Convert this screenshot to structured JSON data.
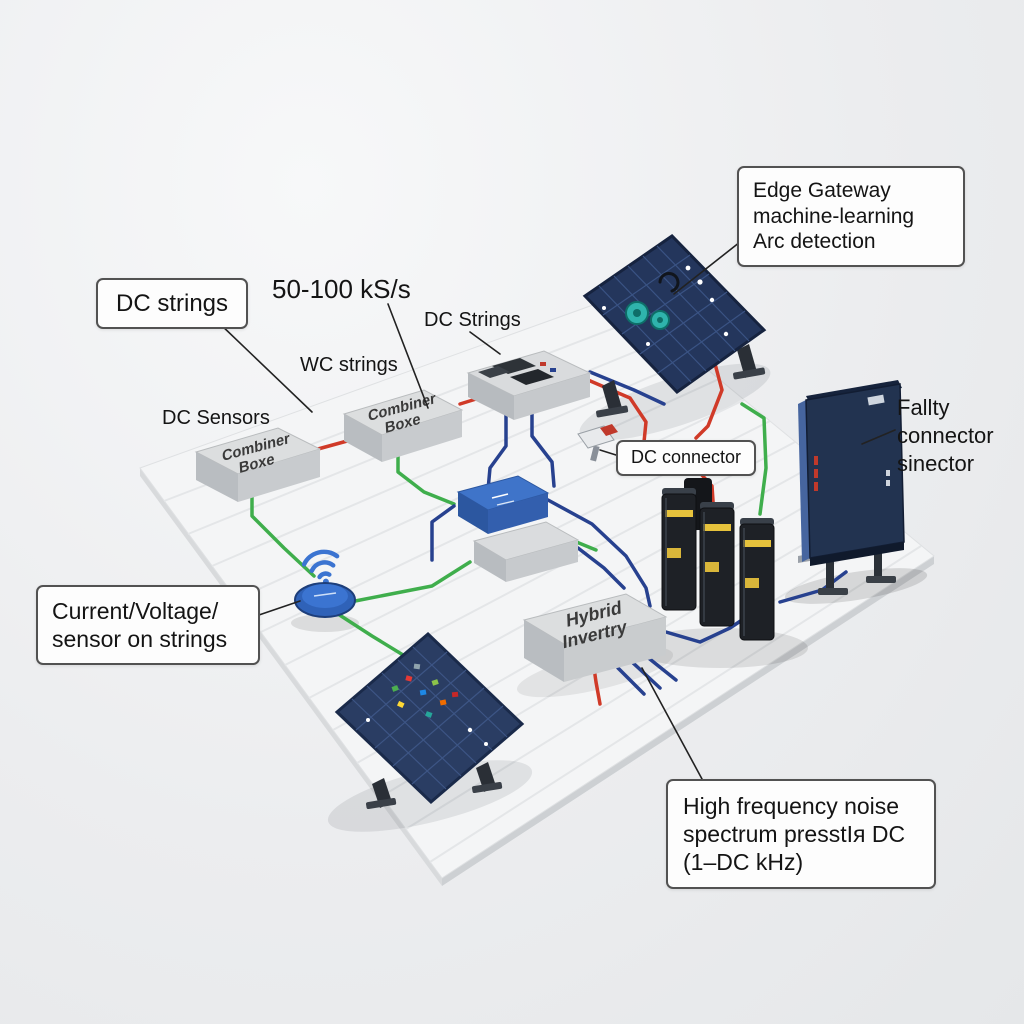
{
  "callouts": {
    "dc_strings": {
      "text": "DC strings"
    },
    "edge_gateway": {
      "line1": "Edge Gateway",
      "line2": "machine-learning",
      "line3": "Arc detection"
    },
    "dc_connector": {
      "text": "DC connector"
    },
    "current_voltage": {
      "line1": "Current/Voltage/",
      "line2": "sensor on strings"
    },
    "high_frequency": {
      "line1": "High frequency noise",
      "line2": "spectrum presstIя DC",
      "line3": "(1–DC kHz)"
    },
    "faulty": {
      "line1": "Fallty",
      "line2": "connector",
      "line3": "sinector"
    }
  },
  "labels": {
    "sample_rate": "50-100 kS/s",
    "wc_strings": "WC strings",
    "dc_strings_mid": "DC Strings",
    "dc_sensors": "DC Sensors"
  },
  "components": {
    "combiner1": {
      "line1": "Combiner",
      "line2": "Boxe"
    },
    "combiner2": {
      "line1": "Combiner",
      "line2": "Boxe"
    },
    "inverter": {
      "line1": "Hybrid",
      "line2": "Invertry"
    }
  },
  "colors": {
    "wire_red": "#d03a28",
    "wire_green": "#3fae4c",
    "wire_blue": "#27418f",
    "panel_dark": "#24365c",
    "accent_teal": "#2fb3ac",
    "battery_yellow": "#e6c23c",
    "box_blue": "#3f74c9",
    "leader": "#222222"
  }
}
